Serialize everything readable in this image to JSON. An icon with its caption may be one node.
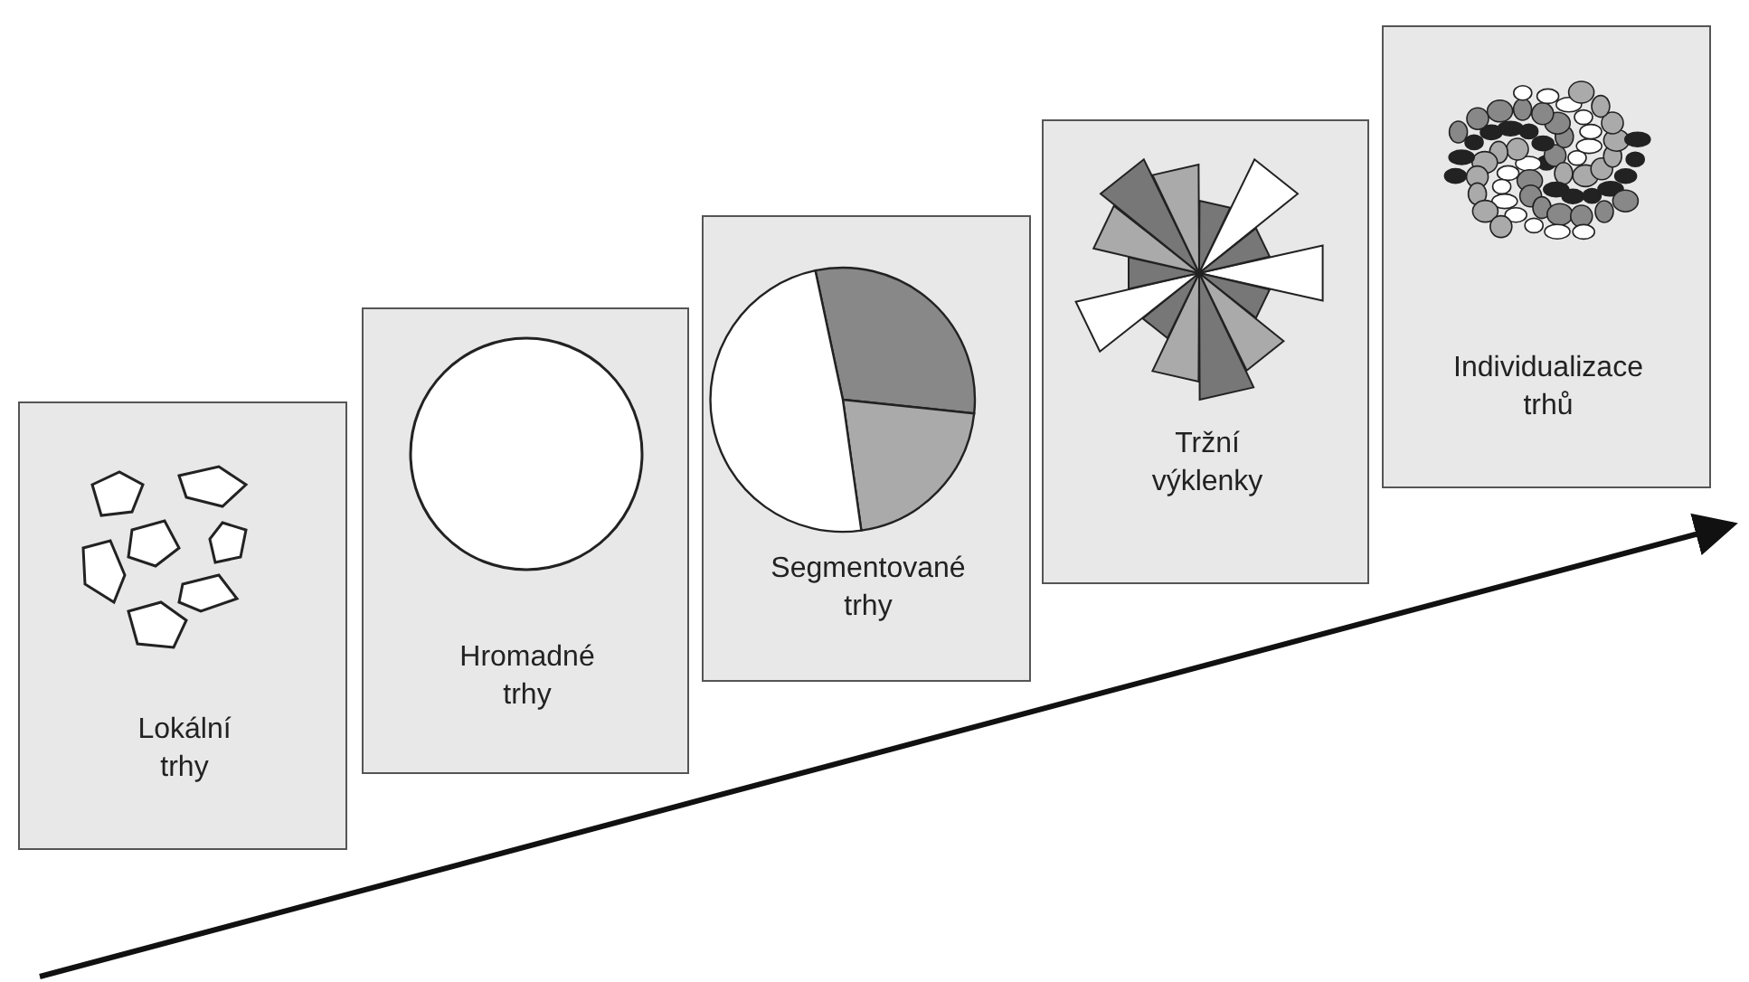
{
  "diagram": {
    "nodes": [
      {
        "text": [
          "Lokální trhy"
        ]
      },
      {
        "text": [
          "Hromadné trhy"
        ]
      },
      {
        "text": [
          "Segmentované trhy"
        ]
      },
      {
        "text": [
          "Tržní výklenky"
        ]
      },
      {
        "text": [
          "Individualizace trhů"
        ]
      }
    ]
  }
}
